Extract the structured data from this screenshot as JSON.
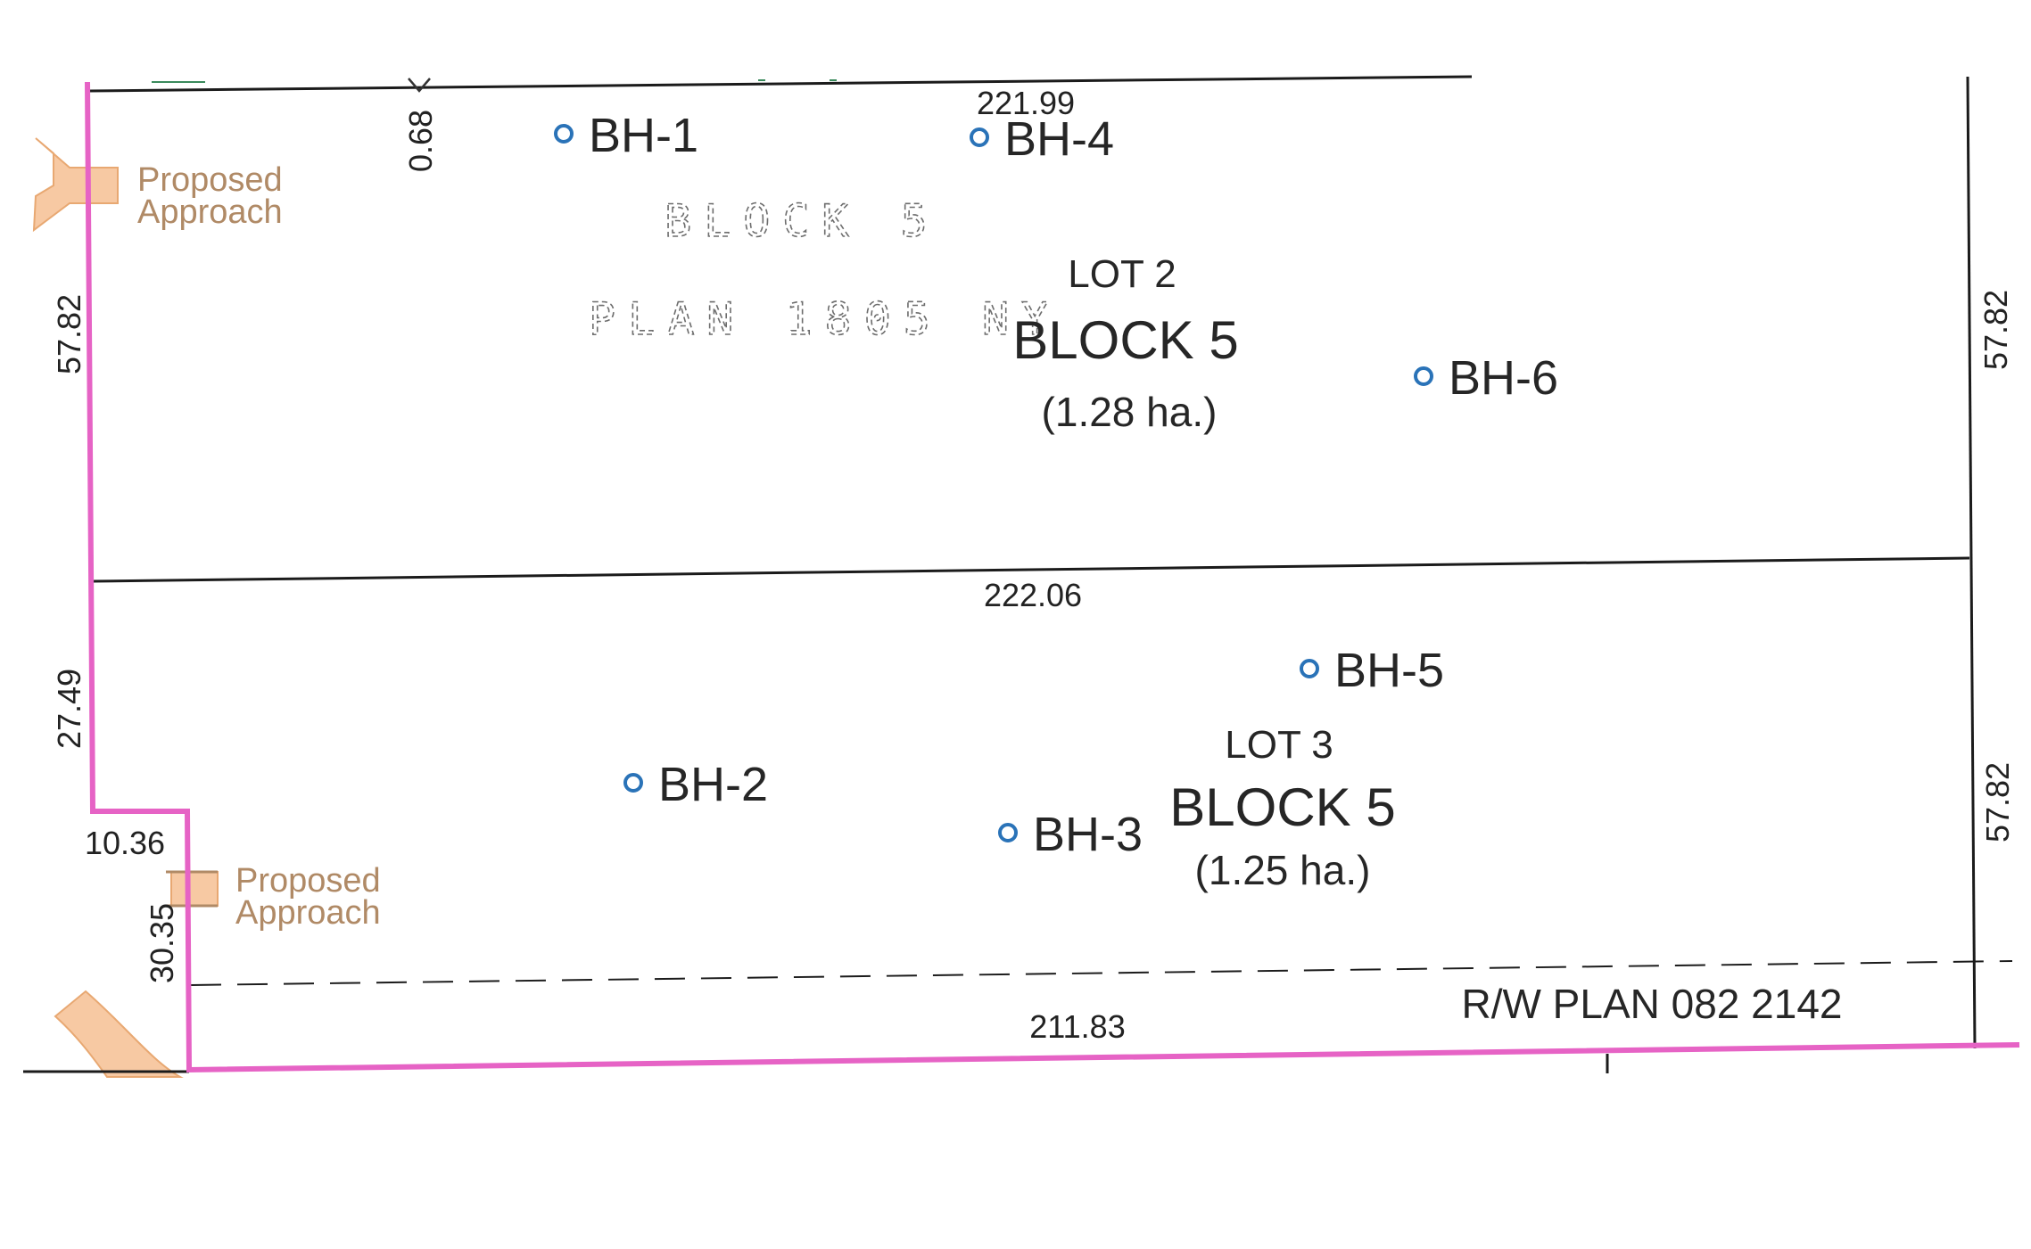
{
  "colors": {
    "property_boundary": "#e663c5",
    "lot_line": "#1b1b1b",
    "borehole": "#2a73b8",
    "approach_fill": "#f7c9a3",
    "approach_text": "#b08a66",
    "offset_text": "#3a8a5c"
  },
  "lot2": {
    "lot": "LOT 2",
    "block": "BLOCK 5",
    "area": "(1.28 ha.)"
  },
  "lot3": {
    "lot": "LOT 3",
    "block": "BLOCK 5",
    "area": "(1.25 ha.)"
  },
  "background_plan": {
    "block": "BLOCK 5",
    "plan": "PLAN 1805 NY"
  },
  "boreholes": [
    {
      "id": "BH-1"
    },
    {
      "id": "BH-2"
    },
    {
      "id": "BH-3"
    },
    {
      "id": "BH-4"
    },
    {
      "id": "BH-5"
    },
    {
      "id": "BH-6"
    }
  ],
  "dimensions": {
    "north": "221.99",
    "middle": "222.06",
    "south": "211.83",
    "west_upper": "57.82",
    "west_lower": "27.49",
    "jog_width": "10.36",
    "jog_height": "30.35",
    "east_upper": "57.82",
    "east_lower": "57.82",
    "offset": "0.68"
  },
  "approaches": [
    {
      "line1": "Proposed",
      "line2": "Approach"
    },
    {
      "line1": "Proposed",
      "line2": "Approach"
    }
  ],
  "right_of_way": "R/W PLAN 082 2142"
}
